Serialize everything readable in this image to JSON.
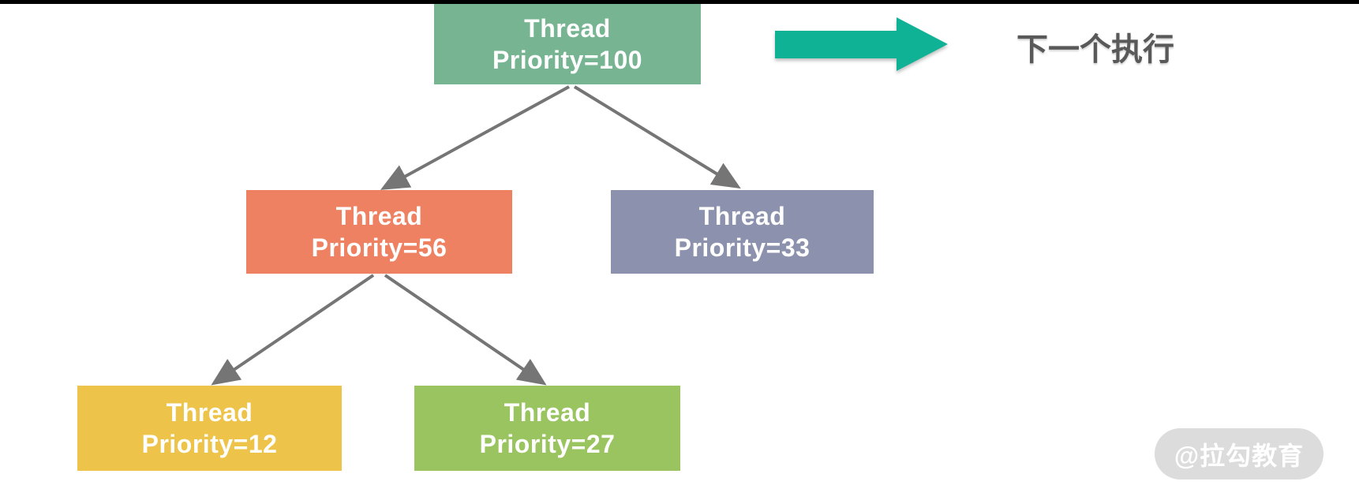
{
  "diagram": {
    "description": "Binary tree of threads ordered by priority",
    "nodes": [
      {
        "id": "root",
        "line1": "Thread",
        "line2": "Priority=100",
        "color": "#76b492"
      },
      {
        "id": "left-child",
        "line1": "Thread",
        "line2": "Priority=56",
        "color": "#ee8161"
      },
      {
        "id": "right-child",
        "line1": "Thread",
        "line2": "Priority=33",
        "color": "#8c92ad"
      },
      {
        "id": "left-grandchild",
        "line1": "Thread",
        "line2": "Priority=12",
        "color": "#edc449"
      },
      {
        "id": "right-grandchild",
        "line1": "Thread",
        "line2": "Priority=27",
        "color": "#9ac45f"
      }
    ],
    "connector_color": "#757575"
  },
  "legend": {
    "label": "下一个执行",
    "arrow_color": "#10b296",
    "label_color": "#595959"
  },
  "watermark": {
    "text": "@拉勾教育",
    "pill_color": "#dcdcdc",
    "text_color": "#ffffff"
  },
  "chrome": {
    "top_bar_color": "#000000"
  }
}
